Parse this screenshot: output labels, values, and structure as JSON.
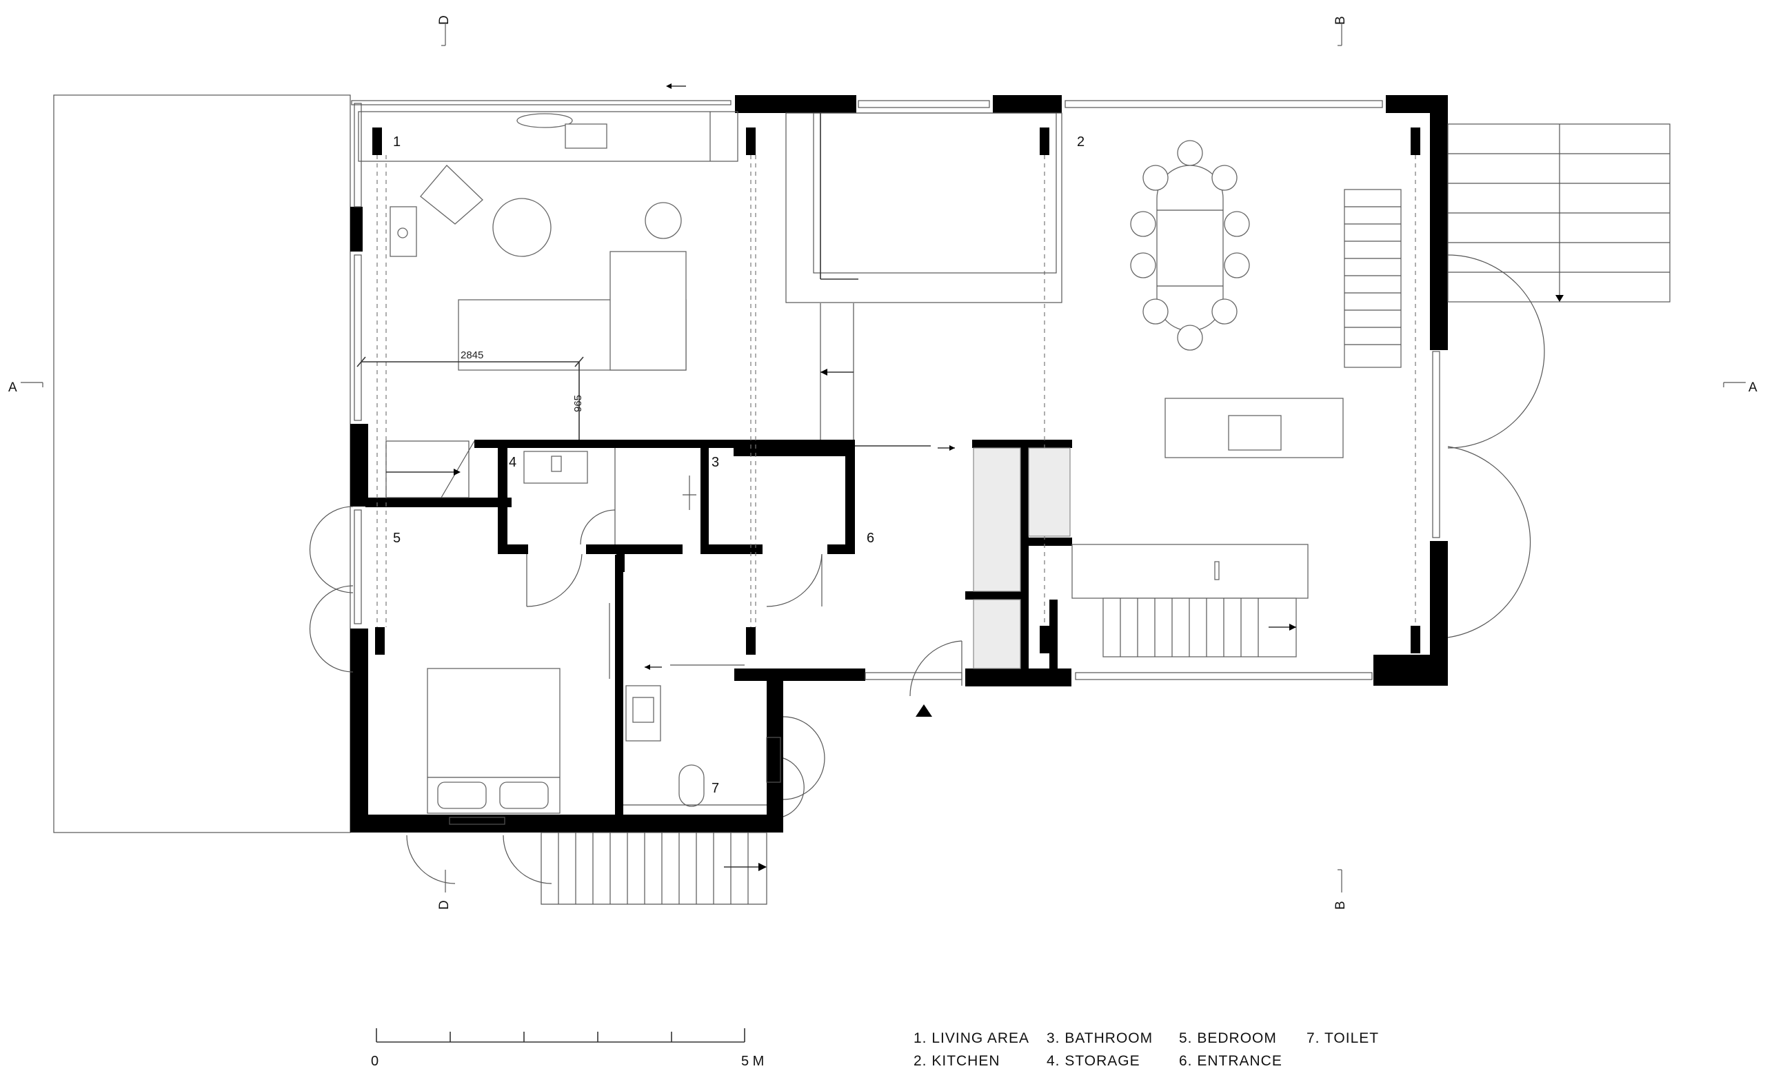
{
  "rooms": {
    "r1": "1",
    "r2": "2",
    "r3": "3",
    "r4": "4",
    "r5": "5",
    "r6": "6",
    "r7": "7"
  },
  "sections": {
    "a_left": "A",
    "a_right": "A",
    "b_top": "B",
    "b_bottom": "B",
    "d_top": "D",
    "d_bottom": "D"
  },
  "dimensions": {
    "d1": "2845",
    "d2": "965"
  },
  "scale": {
    "start": "0",
    "end": "5 M"
  },
  "legend": [
    "1.  LIVING AREA",
    "2. KITCHEN",
    "3.  BATHROOM",
    "4.  STORAGE",
    "5.  BEDROOM",
    "6.  ENTRANCE",
    "7.  TOILET"
  ]
}
